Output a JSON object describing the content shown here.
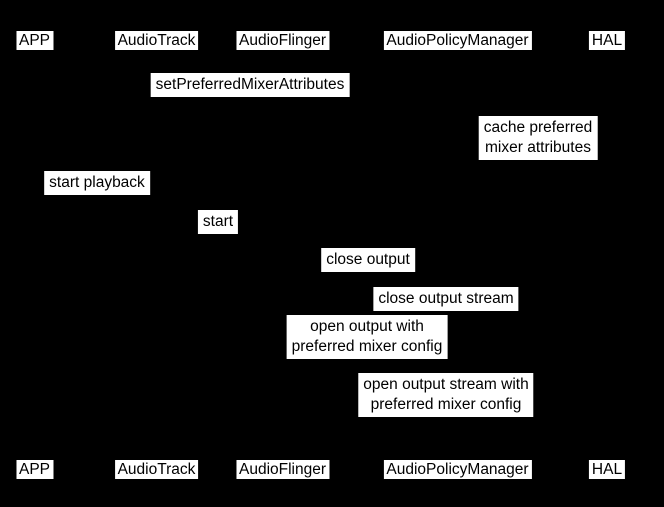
{
  "diagram": {
    "type": "sequence-diagram",
    "colors": {
      "background": "#000000",
      "label_background": "#ffffff",
      "label_text": "#000000"
    },
    "participants": [
      {
        "label": "APP"
      },
      {
        "label": "AudioTrack"
      },
      {
        "label": "AudioFlinger"
      },
      {
        "label": "AudioPolicyManager"
      },
      {
        "label": "HAL"
      }
    ],
    "messages": [
      {
        "label": "setPreferredMixerAttributes"
      },
      {
        "label": "cache preferred\nmixer attributes"
      },
      {
        "label": "start playback"
      },
      {
        "label": "start"
      },
      {
        "label": "close output"
      },
      {
        "label": "close output stream"
      },
      {
        "label": "open output with\npreferred mixer config"
      },
      {
        "label": "open output stream with\npreferred mixer config"
      }
    ]
  }
}
